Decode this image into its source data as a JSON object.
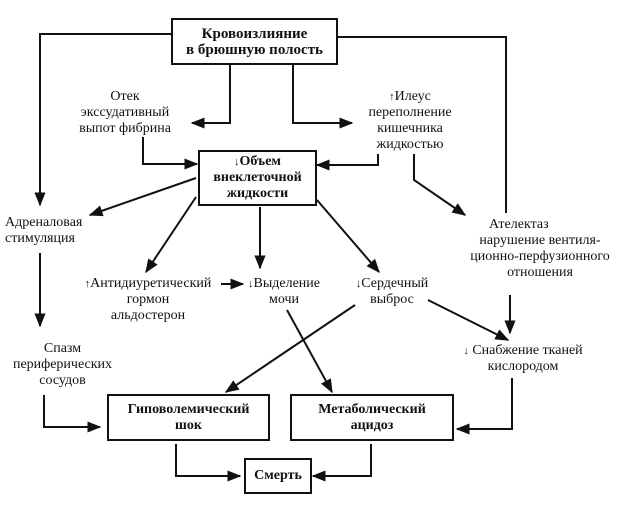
{
  "diagram": {
    "nodes": {
      "hemorrhage": {
        "line1": "Кровоизлияние",
        "line2": "в брюшную полость"
      },
      "edema": {
        "line1": "Отек",
        "line2": "экссудативный",
        "line3": "выпот фибрина"
      },
      "ileus": {
        "arrow": "↑",
        "line1": "Илеус",
        "line2": "переполнение",
        "line3": "кишечника",
        "line4": "жидкостью"
      },
      "ecf": {
        "arrow": "↓",
        "line1": "Объем",
        "line2": "внеклеточной",
        "line3": "жидкости"
      },
      "adrenal": {
        "line1": "Адреналовая",
        "line2": "стимуляция"
      },
      "atelectasis": {
        "line1": "Ателектаз",
        "line2": "нарушение вентиля-",
        "line3": "ционно-перфузионного",
        "line4": "отношения"
      },
      "adh": {
        "arrow": "↑",
        "line1": "Антидиуретический",
        "line2": "гормон",
        "line3": "альдостерон"
      },
      "urine": {
        "arrow": "↓",
        "line1": "Выделение",
        "line2": "мочи"
      },
      "cardiac": {
        "arrow": "↓",
        "line1": "Сердечный",
        "line2": "выброс"
      },
      "oxygen": {
        "arrow": "↓",
        "line1": "Снабжение тканей",
        "line2": "кислородом"
      },
      "spasm": {
        "line1": "Спазм",
        "line2": "периферических",
        "line3": "сосудов"
      },
      "shock": {
        "line1": "Гиповолемический",
        "line2": "шок"
      },
      "acidosis": {
        "line1": "Метаболический",
        "line2": "ацидоз"
      },
      "death": {
        "line1": "Смерть"
      }
    },
    "line_color": "#111111"
  }
}
